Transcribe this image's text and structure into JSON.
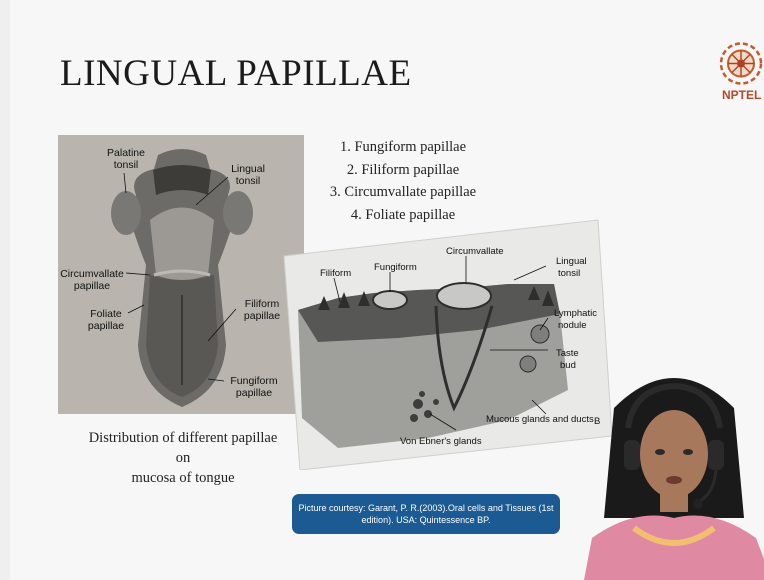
{
  "slide": {
    "title": "LINGUAL PAPILLAE",
    "logo_text": "NPTEL",
    "list": [
      "1. Fungiform papillae",
      "2. Filiform papillae",
      "3. Circumvallate papillae",
      "4. Foliate papillae"
    ],
    "tongue_labels": {
      "palatine_1": "Palatine",
      "palatine_2": "tonsil",
      "lingual_1": "Lingual",
      "lingual_2": "tonsil",
      "circumvallate_1": "Circumvallate",
      "circumvallate_2": "papillae",
      "foliate_1": "Foliate",
      "foliate_2": "papillae",
      "filiform_1": "Filiform",
      "filiform_2": "papillae",
      "fungiform_1": "Fungiform",
      "fungiform_2": "papillae"
    },
    "caption_1": "Distribution of different papillae on",
    "caption_2": "mucosa of tongue",
    "section_labels": {
      "filiform": "Filiform",
      "fungiform": "Fungiform",
      "circumvallate": "Circumvallate",
      "lingual_1": "Lingual",
      "lingual_2": "tonsil",
      "lymphatic_1": "Lymphatic",
      "lymphatic_2": "nodule",
      "taste_1": "Taste",
      "taste_2": "bud",
      "von_ebner": "Von Ebner's glands",
      "mucous": "Mucous glands and ducts",
      "panel_letter": "B"
    },
    "courtesy_1": "Picture courtesy: Garant, P. R.(2003).Oral cells and Tissues (1st",
    "courtesy_2": "edition). USA: Quintessence BP."
  }
}
